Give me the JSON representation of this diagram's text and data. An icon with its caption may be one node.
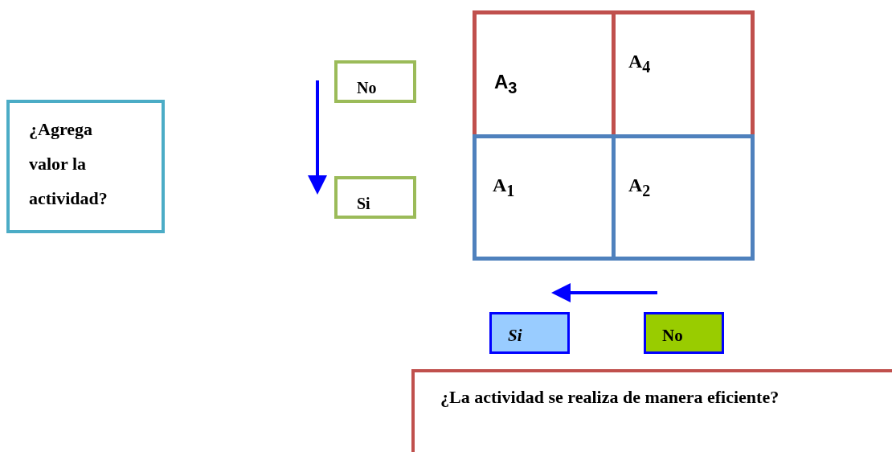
{
  "diagram": {
    "nodes": [
      {
        "text": [
          "¿Agrega valor la actividad?"
        ]
      },
      {
        "text": [
          "No"
        ]
      },
      {
        "text": [
          "Si"
        ]
      },
      {
        "text": [
          "A$_{3}$"
        ]
      },
      {
        "text": [
          "A$_{4}$"
        ]
      },
      {
        "text": [
          "A$_{1}$"
        ]
      },
      {
        "text": [
          "A$_{2}$"
        ]
      },
      {
        "text": [
          "Si"
        ]
      },
      {
        "text": [
          "No"
        ]
      },
      {
        "text": [
          "¿La actividad se realiza de manera eficiente?"
        ]
      }
    ]
  }
}
